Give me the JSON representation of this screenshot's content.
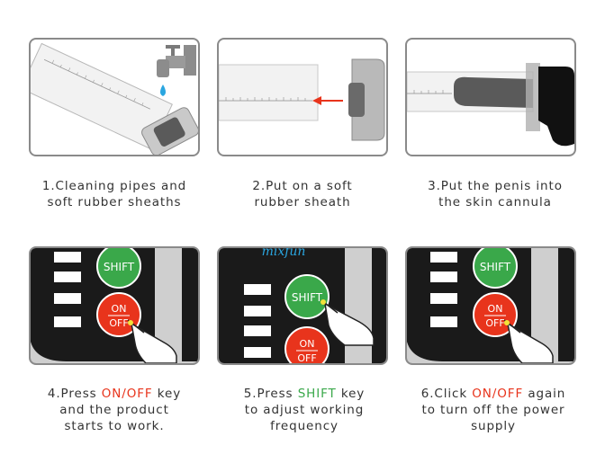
{
  "colors": {
    "red": "#e8341c",
    "green": "#3aa84a",
    "water": "#2aa6e0",
    "text": "#333333",
    "border": "#8a8a8a"
  },
  "steps": [
    {
      "line1": "1.Cleaning pipes and",
      "line2": "soft rubber sheaths"
    },
    {
      "line1": "2.Put on a soft",
      "line2": "rubber sheath"
    },
    {
      "line1": "3.Put the penis into",
      "line2": "the skin cannula"
    },
    {
      "line1_pre": "4.Press ",
      "line1_key": "ON/OFF",
      "line1_post": " key",
      "line2": "and the product",
      "line3": "starts to work."
    },
    {
      "line1_pre": "5.Press ",
      "line1_key": "SHIFT",
      "line1_post": " key",
      "line2": "to adjust working",
      "line3": "frequency"
    },
    {
      "line1_pre": "6.Click ",
      "line1_key": "ON/OFF",
      "line1_post": " again",
      "line2": "to turn off the power",
      "line3": "supply"
    }
  ],
  "device": {
    "brand": "mixfun",
    "shift_label": "SHIFT",
    "on_label": "ON",
    "off_label": "OFF"
  }
}
